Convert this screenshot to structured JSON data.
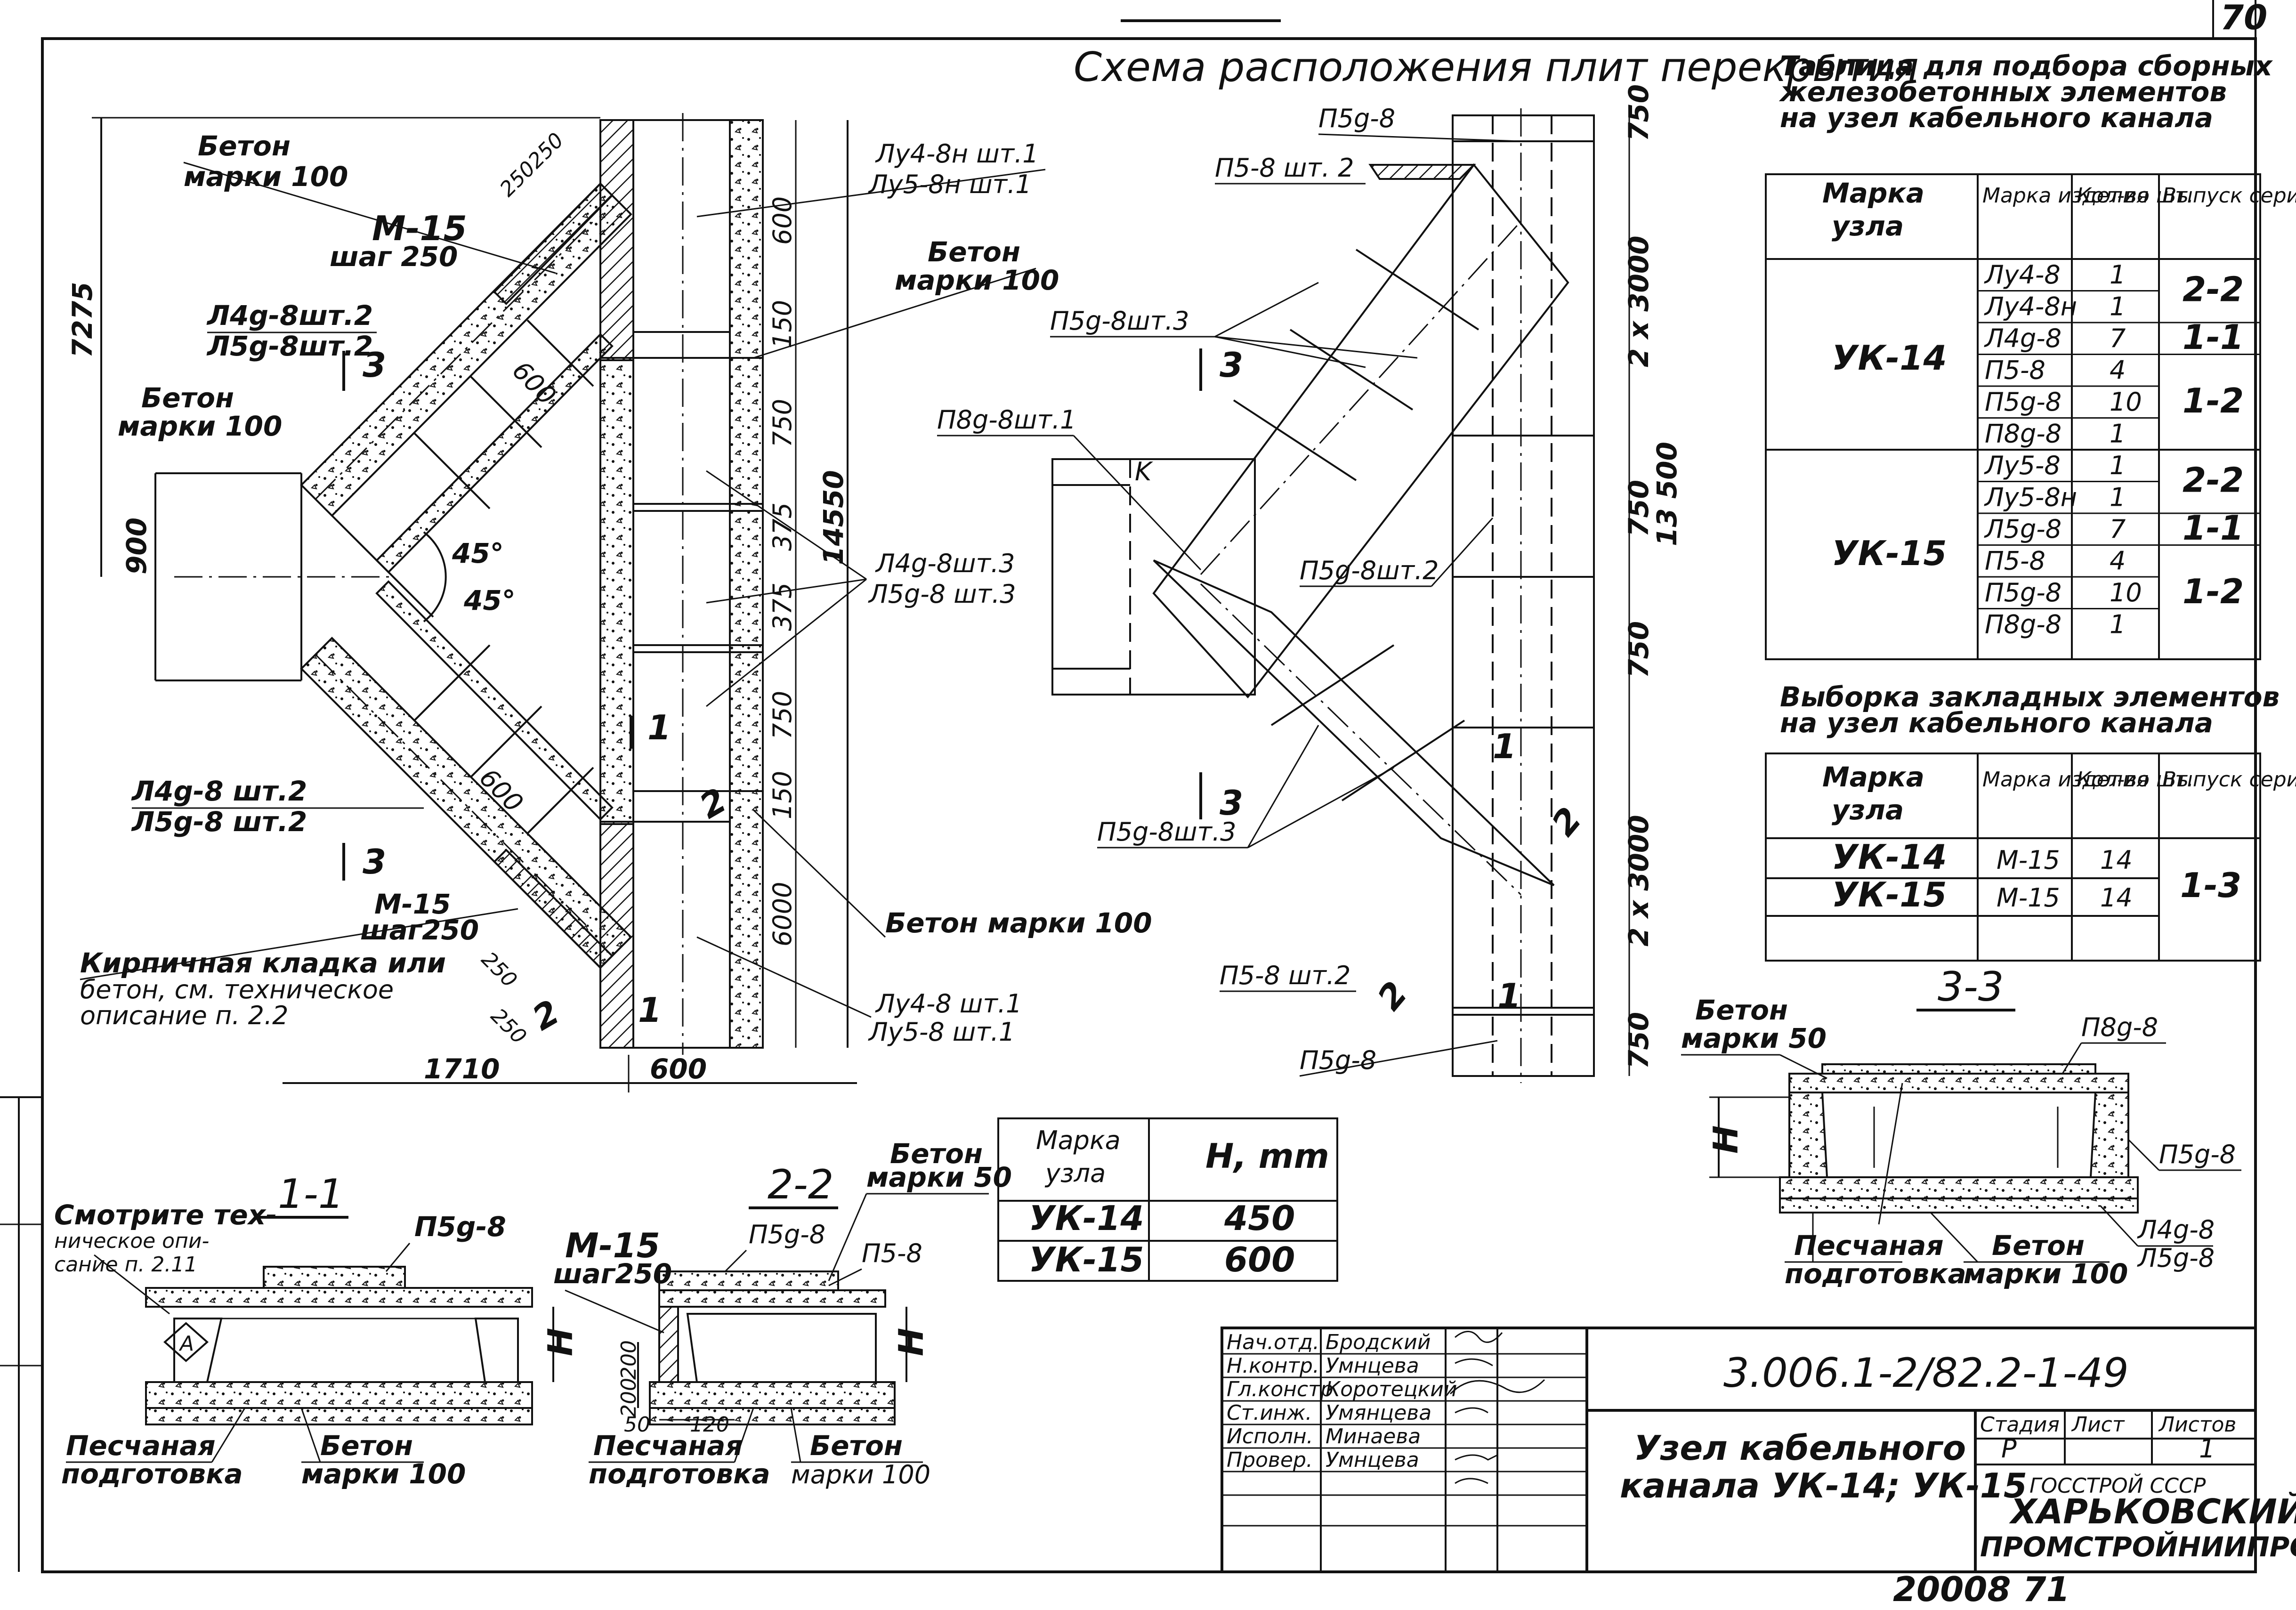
{
  "sheet_number_top": "70",
  "plan_title": "Схема расположения плит перекрытия",
  "left_plan": {
    "labels": {
      "beton_100_a": [
        "Бетон",
        "марки 100"
      ],
      "m15": [
        "М-15",
        "шаг 250"
      ],
      "l4_l5_a": [
        "Л4g-8шт.2",
        "Л5g-8шт.2"
      ],
      "beton_100_b": [
        "Бетон",
        "марки 100"
      ],
      "l4_l5_b": [
        "Л4g-8 шт.2",
        "Л5g-8 шт.2"
      ],
      "m15_b": [
        "М-15",
        "шаг250"
      ],
      "brick": [
        "Кирпичная кладка или",
        "бетон, см. техническое",
        "описание п. 2.2"
      ],
      "lu_top": [
        "Лу4-8н  шт.1",
        "Лу5-8н  шт.1"
      ],
      "beton_100_c": [
        "Бетон",
        "марки 100"
      ],
      "l4_l5_c": [
        "Л4g-8шт.3",
        "Л5g-8 шт.3"
      ],
      "beton_100_d": "Бетон марки 100",
      "lu_bot": [
        "Лу4-8 шт.1",
        "Лу5-8 шт.1"
      ],
      "sec3_top": "3",
      "sec3_bot": "3",
      "sec1": "1",
      "sec1_bot": "1",
      "sec2": "2",
      "sec2_bot": "2",
      "angle1": "45°",
      "angle2": "45°"
    },
    "dims": {
      "d7275": "7275",
      "d900": "900",
      "d14550": "14550",
      "d1710": "1710",
      "d600_bottom": "600",
      "d250_a": "250",
      "d250_b": "250",
      "d600_diag_a": "600",
      "d600_diag_b": "600",
      "d250_c": "250",
      "d250_d": "250",
      "v600": "600",
      "v150_a": "150",
      "v750_a": "750",
      "v375_a": "375",
      "v375_b": "375",
      "v750_b": "750",
      "v150_b": "150",
      "v6000": "6000"
    }
  },
  "right_plan": {
    "labels": {
      "p5d_top": "П5g-8",
      "p5_2_top": "П5-8 шт. 2",
      "p5d_3_a": "П5g-8шт.3",
      "p8d_1": "П8g-8шт.1",
      "p5d_2": "П5g-8шт.2",
      "p5d_3_b": "П5g-8шт.3",
      "p5_2_bot": "П5-8 шт.2",
      "p5d_bot": "П5g-8",
      "sec3_a": "3",
      "sec3_b": "3",
      "sec1_a": "1",
      "sec1_b": "1",
      "sec2_a": "2",
      "sec2_b": "2",
      "k": "K"
    },
    "dims": {
      "r750_top": "750",
      "r2x3000_a": "2 x 3000",
      "r750_a": "750",
      "r13500": "13 500",
      "r750_b": "750",
      "r2x3000_b": "2 x 3000",
      "r750_bot": "750"
    }
  },
  "selection_table": {
    "title": [
      "Таблица для подбора сборных",
      "железобетонных элементов",
      "на узел кабельного канала"
    ],
    "headers": [
      "Марка узла",
      "Марка изделия",
      "Кол-во шт.",
      "Выпуск серии"
    ],
    "groups": [
      {
        "node": "УК-14",
        "rows": [
          {
            "item": "Лу4-8",
            "qty": "1"
          },
          {
            "item": "Лу4-8н",
            "qty": "1"
          },
          {
            "item": "Л4g-8",
            "qty": "7"
          },
          {
            "item": "П5-8",
            "qty": "4"
          },
          {
            "item": "П5g-8",
            "qty": "10"
          },
          {
            "item": "П8g-8",
            "qty": "1"
          }
        ],
        "series": [
          "2-2",
          "1-1",
          "1-2"
        ]
      },
      {
        "node": "УК-15",
        "rows": [
          {
            "item": "Лу5-8",
            "qty": "1"
          },
          {
            "item": "Лу5-8н",
            "qty": "1"
          },
          {
            "item": "Л5g-8",
            "qty": "7"
          },
          {
            "item": "П5-8",
            "qty": "4"
          },
          {
            "item": "П5g-8",
            "qty": "10"
          },
          {
            "item": "П8g-8",
            "qty": "1"
          }
        ],
        "series": [
          "2-2",
          "1-1",
          "1-2"
        ]
      }
    ]
  },
  "embedded_table": {
    "title": [
      "Выборка закладных элементов",
      "на узел кабельного канала"
    ],
    "headers": [
      "Марка узла",
      "Марка изделия",
      "Кол-во шт.",
      "Выпуск серии"
    ],
    "rows": [
      {
        "node": "УК-14",
        "item": "М-15",
        "qty": "14"
      },
      {
        "node": "УК-15",
        "item": "М-15",
        "qty": "14"
      }
    ],
    "series": "1-3"
  },
  "height_table": {
    "headers": [
      "Марка узла",
      "H, mm"
    ],
    "rows": [
      {
        "node": "УК-14",
        "h": "450"
      },
      {
        "node": "УК-15",
        "h": "600"
      }
    ]
  },
  "section_1_1": {
    "title": "1-1",
    "note": [
      "Смотрите тех-",
      "ническое опи-",
      "сание п. 2.11"
    ],
    "p5d": "П5g-8",
    "h": "H",
    "a": "A",
    "sand": [
      "Песчаная",
      "подготовка"
    ],
    "concrete": [
      "Бетон",
      "марки 100"
    ]
  },
  "section_2_2": {
    "title": "2-2",
    "m15": [
      "М-15",
      "шаг250"
    ],
    "p5d": "П5g-8",
    "p5": "П5-8",
    "beton50": [
      "Бетон",
      "марки 50"
    ],
    "h": "H",
    "d200a": "200",
    "d200b": "200",
    "d50": "50",
    "d120": "120",
    "sand": [
      "Песчаная",
      "подготовка"
    ],
    "concrete": [
      "Бетон",
      "марки 100"
    ]
  },
  "section_3_3": {
    "title": "3-3",
    "beton50": [
      "Бетон",
      "марки 50"
    ],
    "p8d": "П8g-8",
    "p5d": "П5g-8",
    "l4l5": [
      "Л4g-8",
      "Л5g-8"
    ],
    "h": "H",
    "sand": [
      "Песчаная",
      "подготовка"
    ],
    "concrete": [
      "Бетон",
      "марки 100"
    ]
  },
  "title_block": {
    "doc_code": "3.006.1-2/82.2-1-49",
    "title": [
      "Узел кабельного",
      "канала УК-14; УК-15"
    ],
    "roles": [
      "Нач.отд.",
      "Н.контр.",
      "Гл.констр",
      "Ст.инж.",
      "Исполн.",
      "Провер."
    ],
    "names": [
      "Бродский",
      "Умнцева",
      "Коротецкий",
      "Умянцева",
      "Минаева",
      "Умнцева"
    ],
    "stage_header": "Стадия",
    "sheet_header": "Лист",
    "sheets_header": "Листов",
    "stage": "Р",
    "sheets": "1",
    "org": [
      "ГОССТРОЙ СССР",
      "ХАРЬКОВСКИЙ",
      "ПРОМСТРОЙНИИПРОЕКТ"
    ]
  },
  "bottom_code": "20008  71"
}
